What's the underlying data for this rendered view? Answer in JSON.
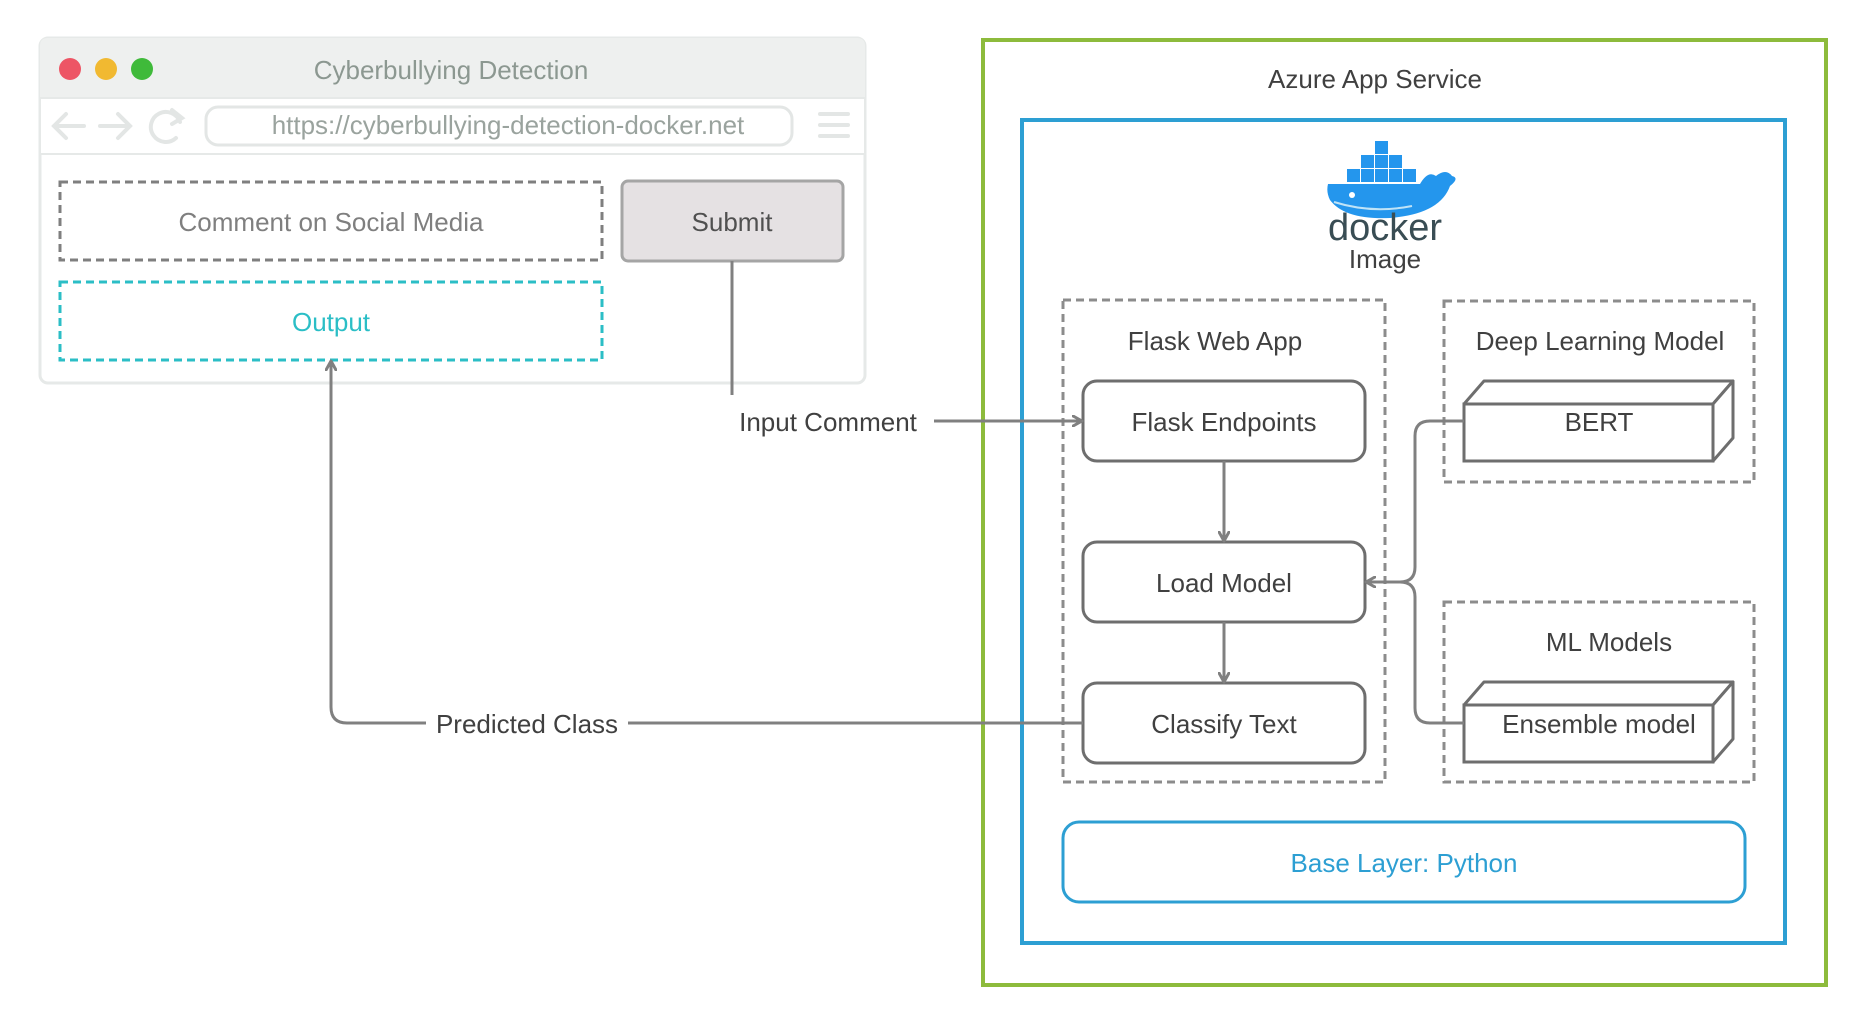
{
  "browser": {
    "title": "Cyberbullying Detection",
    "url": "https://cyberbullying-detection-docker.net",
    "comment_placeholder": "Comment on Social Media",
    "submit_label": "Submit",
    "output_label": "Output"
  },
  "edges": {
    "input_comment": "Input Comment",
    "predicted_class": "Predicted Class"
  },
  "azure": {
    "title": "Azure App Service",
    "docker": {
      "wordmark": "docker",
      "caption": "Image"
    },
    "flask": {
      "title": "Flask Web App",
      "endpoints": "Flask Endpoints",
      "load_model": "Load Model",
      "classify": "Classify Text"
    },
    "deep_learning": {
      "title": "Deep Learning Model",
      "bert": "BERT"
    },
    "ml_models": {
      "title": "ML Models",
      "ensemble": "Ensemble model"
    },
    "base_layer": "Base Layer: Python"
  },
  "colors": {
    "azure_border": "#8dbb3c",
    "docker_border": "#2d9fd3",
    "output_teal": "#2bbec6",
    "line_gray": "#808080",
    "docker_blue": "#2496ed"
  },
  "icons": {
    "browser_controls": [
      "close-dot-icon",
      "minimize-dot-icon",
      "maximize-dot-icon"
    ],
    "nav": [
      "back-arrow-icon",
      "forward-arrow-icon",
      "reload-icon",
      "menu-icon"
    ],
    "docker": "docker-whale-icon"
  }
}
